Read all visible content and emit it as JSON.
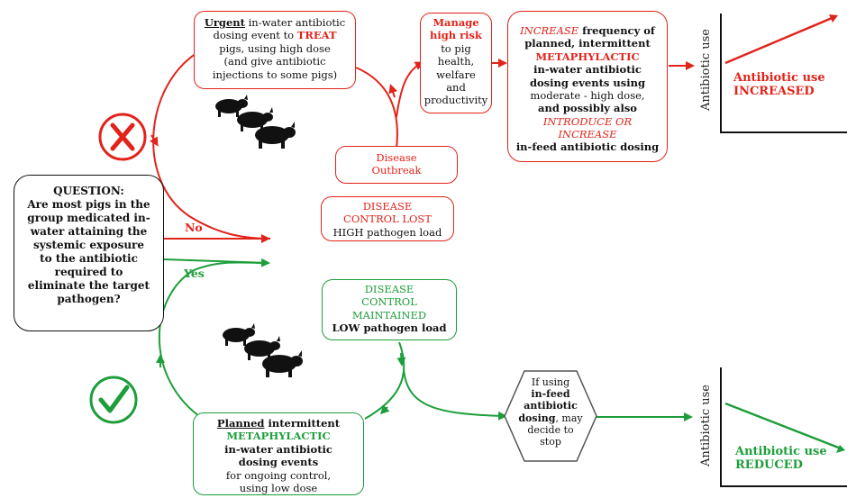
{
  "urgent_box": {
    "line1_u": "Urgent",
    "line1_rest": " in-water antibiotic",
    "line2_pre": "dosing event to ",
    "line2_treat": "TREAT",
    "line3": "pigs, using high dose",
    "line4": "(and give antibiotic",
    "line5": "injections to some pigs)"
  },
  "manage_box": {
    "line1": "Manage",
    "line2": "high risk",
    "line3": "to pig",
    "line4": "health,",
    "line5": "welfare",
    "line6": "and",
    "line7": "productivity"
  },
  "increase_box": {
    "l1a": "INCREASE",
    "l1b": " frequency of",
    "l2": "planned, intermittent",
    "l3": "METAPHYLACTIC",
    "l4": "in-water antibiotic",
    "l5": "dosing events using",
    "l6": "moderate - high dose,",
    "l7": "and possibly also",
    "l8": "INTRODUCE OR",
    "l9": "INCREASE",
    "l10": "in-feed antibiotic dosing"
  },
  "outbreak_box": {
    "line1": "Disease",
    "line2": "Outbreak"
  },
  "control_lost_box": {
    "line1": "DISEASE",
    "line2": "CONTROL LOST",
    "line3": "HIGH pathogen load"
  },
  "question_box": {
    "title": "QUESTION:",
    "l1": "Are most pigs in the",
    "l2": "group medicated in-",
    "l3": "water attaining the",
    "l4": "systemic exposure",
    "l5": "to the antibiotic",
    "l6": "required to",
    "l7": "eliminate the target",
    "l8": "pathogen?"
  },
  "answers": {
    "no": "No",
    "yes": "Yes"
  },
  "maintained_box": {
    "line1": "DISEASE",
    "line2": "CONTROL",
    "line3": "MAINTAINED",
    "line4": "LOW pathogen load"
  },
  "planned_box": {
    "l1_u": "Planned",
    "l1_rest": " intermittent",
    "l2": "METAPHYLACTIC",
    "l3": "in-water antibiotic",
    "l4": "dosing events",
    "l5": "for ongoing control,",
    "l6": "using low dose"
  },
  "hexagon": {
    "l1": "If using",
    "l2": "in-feed",
    "l3": "antibiotic",
    "l4": "dosing",
    "l5": ", may",
    "l6": "decide to",
    "l7": "stop"
  },
  "chart_top": {
    "axis": "Antibiotic use",
    "note1": "Antibiotic use",
    "note2": "INCREASED"
  },
  "chart_bottom": {
    "axis": "Antibiotic use",
    "note1": "Antibiotic use",
    "note2": "REDUCED"
  },
  "colors": {
    "red": "#e2231a",
    "green": "#1d9e3a",
    "black": "#000000"
  },
  "icons": [
    "x-circle-icon",
    "check-circle-icon",
    "pig-group-icon"
  ]
}
